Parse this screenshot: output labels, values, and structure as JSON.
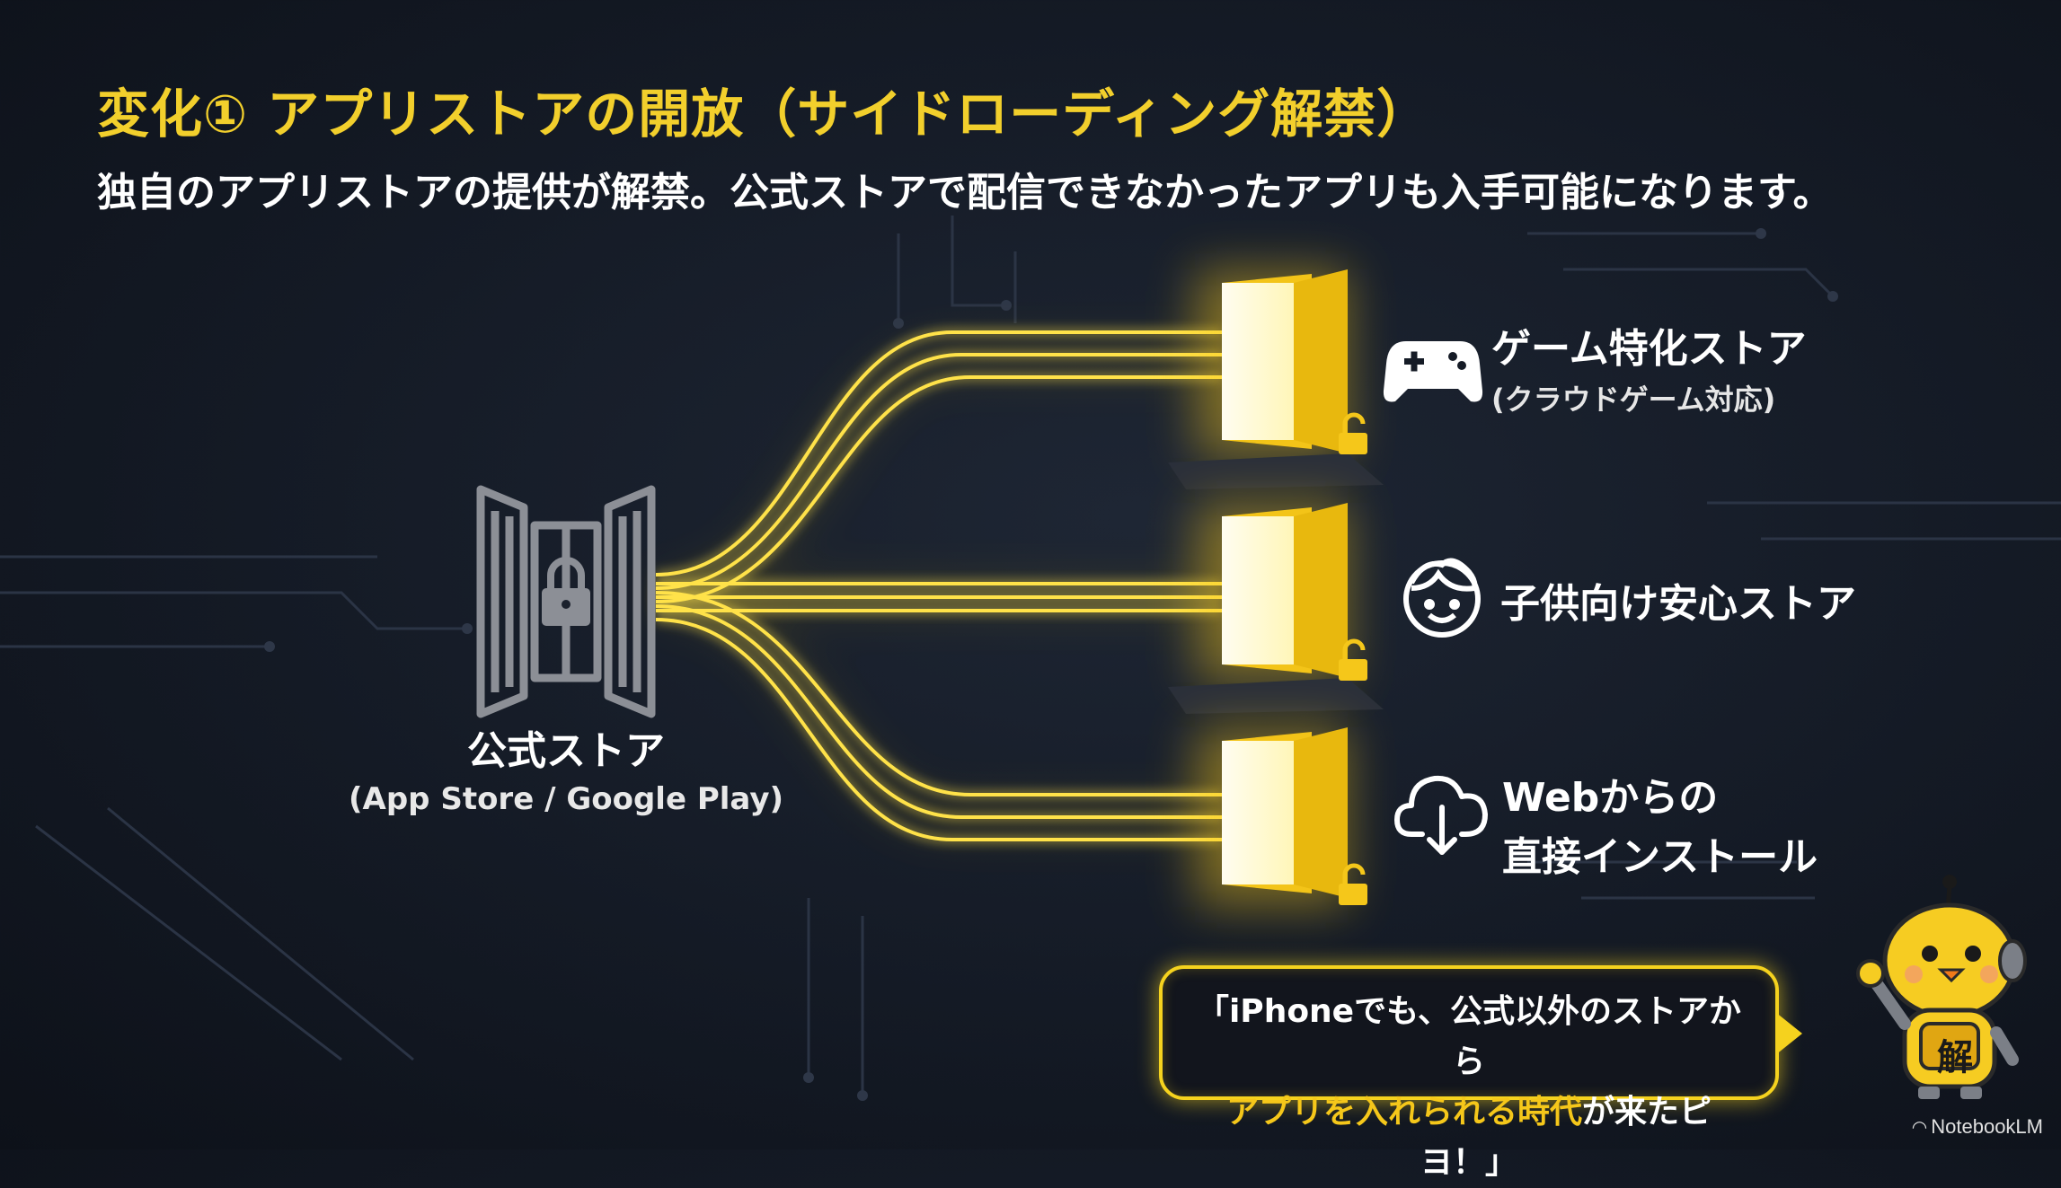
{
  "header": {
    "title": "変化① アプリストアの開放（サイドローディング解禁）",
    "subtitle": "独自のアプリストアの提供が解禁。公式ストアで配信できなかったアプリも入手可能になります。"
  },
  "official_store": {
    "label": "公式ストア",
    "sub_label": "(App Store / Google Play)",
    "icon": "locked-gate-icon"
  },
  "stores": [
    {
      "label": "ゲーム特化ストア",
      "sub_label": "(クラウドゲーム対応)",
      "icon": "gamepad-icon"
    },
    {
      "label": "子供向け安心ストア",
      "sub_label": "",
      "icon": "child-face-icon"
    },
    {
      "label": "Webからの",
      "label2": "直接インストール",
      "icon": "cloud-download-icon"
    }
  ],
  "speech_bubble": {
    "line1": "「iPhoneでも、公式以外のストアから",
    "line2_highlight": "アプリを入れられる時代",
    "line2_rest": "が来たピヨ！」",
    "character_badge": "解"
  },
  "watermark": "NotebookLM",
  "colors": {
    "accent": "#f5c71a",
    "background": "#151b26",
    "text": "#ffffff",
    "gate": "#8c8f96"
  }
}
